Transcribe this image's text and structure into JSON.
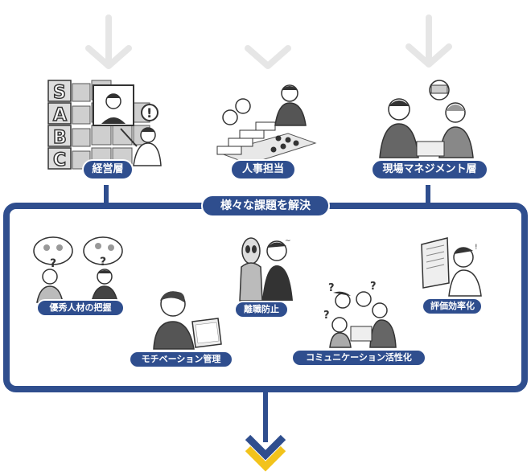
{
  "top_groups": [
    {
      "label": "経営層",
      "icon": "executive-grid-illustration"
    },
    {
      "label": "人事担当",
      "icon": "hr-org-chart-illustration"
    },
    {
      "label": "現場マネジメント層",
      "icon": "manager-meeting-illustration"
    }
  ],
  "solve_title": "様々な課題を解決",
  "issues": [
    {
      "label": "優秀人材の把握",
      "icon": "thinking-people-illustration"
    },
    {
      "label": "モチベーション管理",
      "icon": "laptop-worker-illustration"
    },
    {
      "label": "離職防止",
      "icon": "stressed-worker-illustration"
    },
    {
      "label": "コミュニケーション活性化",
      "icon": "confused-team-illustration"
    },
    {
      "label": "評価効率化",
      "icon": "desk-worker-illustration"
    }
  ],
  "colors": {
    "primary": "#2f4e8e",
    "accent": "#f2c31b",
    "faint_arrow": "#e6e6e6"
  }
}
